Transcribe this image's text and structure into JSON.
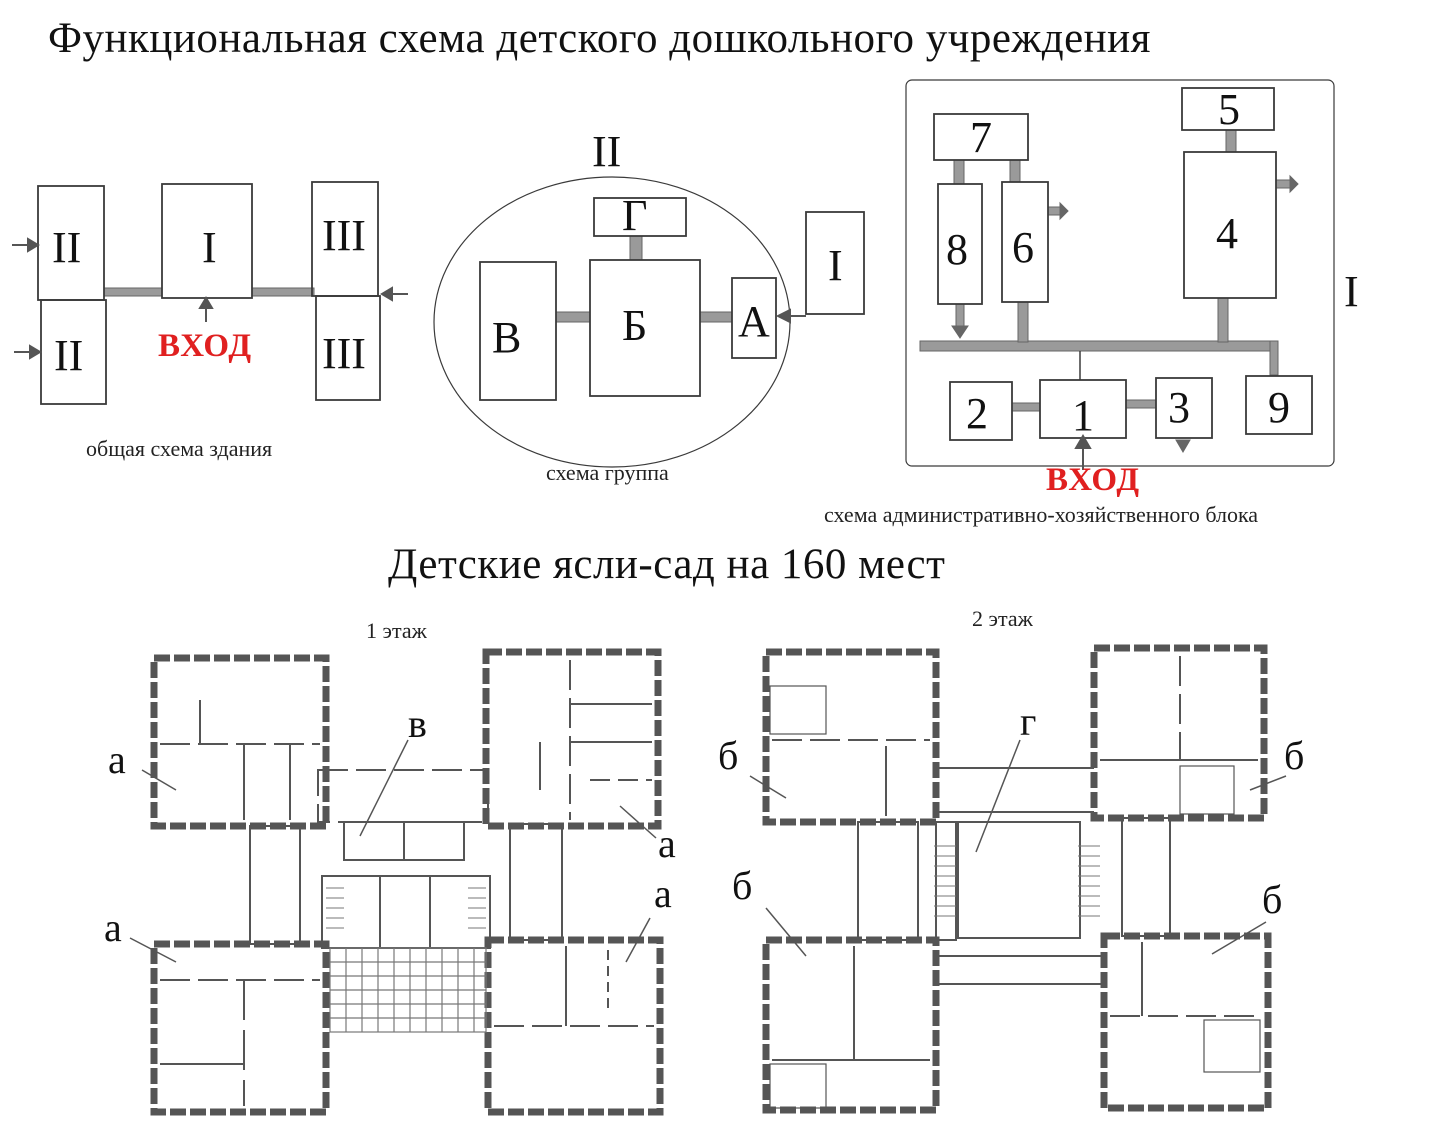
{
  "title": "Функциональная схема детского дошкольного учреждения",
  "schemes": {
    "building": {
      "caption": "общая схема здания",
      "blocks": {
        "left_top": "II",
        "left_bottom": "II",
        "center": "I",
        "right_top": "III",
        "right_bottom": "III"
      },
      "entrance": "ВХОД"
    },
    "group": {
      "caption": "схема группа",
      "header": "II",
      "blocks": {
        "g": "Г",
        "v": "В",
        "b": "Б",
        "a": "А",
        "i": "I"
      }
    },
    "admin": {
      "caption": "схема административно-хозяйственного блока",
      "side_label": "I",
      "blocks": [
        "1",
        "2",
        "3",
        "4",
        "5",
        "6",
        "7",
        "8",
        "9"
      ],
      "entrance": "ВХОД"
    }
  },
  "subtitle": "Детские ясли-сад на 160 мест",
  "floors": {
    "first": {
      "label": "1 этаж",
      "markers": {
        "v": "в",
        "a1": "а",
        "a2": "а",
        "a3": "а",
        "a4": "а"
      }
    },
    "second": {
      "label": "2 этаж",
      "markers": {
        "g": "г",
        "b1": "б",
        "b2": "б",
        "b3": "б",
        "b4": "б"
      }
    }
  },
  "colors": {
    "ink": "#3a3a3a",
    "wall": "#555555",
    "accent": "#e02020",
    "link": "#8a7fa0"
  }
}
